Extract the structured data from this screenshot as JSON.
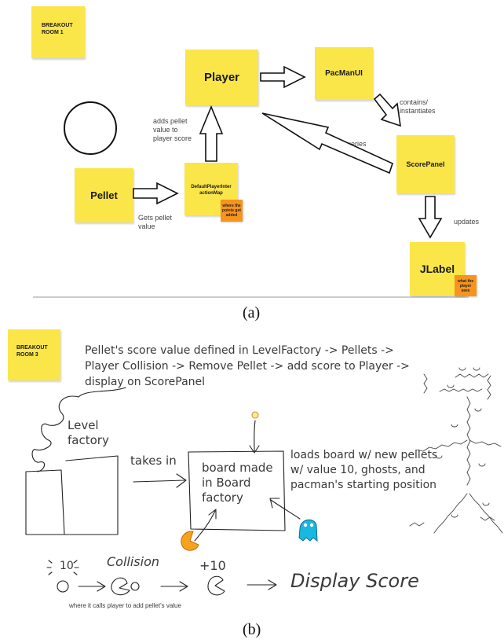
{
  "panel_a": {
    "room_label": "BREAKOUT ROOM 1",
    "notes": {
      "player": "Player",
      "pacmanui": "PacManUI",
      "scorepanel": "ScorePanel",
      "pellet": "Pellet",
      "dpim": "DefaultPlayerInteractionMap",
      "jlabel": "JLabel"
    },
    "orange_notes": {
      "points": "where the points get added",
      "sees": "what the player sees"
    },
    "labels": {
      "adds_pellet": "adds pellet value to player score",
      "contains": "contains/ instantiates",
      "queries": "queries",
      "gets_pellet": "Gets pellet value",
      "updates": "updates"
    },
    "caption": "(a)"
  },
  "panel_b": {
    "room_label": "BREAKOUT ROOM 3",
    "description": "Pellet's score value defined in LevelFactory -> Pellets -> Player Collision -> Remove Pellet -> add score to Player -> display on ScorePanel",
    "level_factory": "Level factory",
    "takes_in": "takes in",
    "board_made": "board made in Board factory",
    "loads_board": "loads board w/ new pellets w/ value 10, ghosts, and pacman's starting position",
    "ten_label": "10",
    "collision": "Collision",
    "plus_ten": "+10",
    "display_score": "Display Score",
    "where_calls": "where it calls player to add pellet's value",
    "caption": "(b)"
  },
  "colors": {
    "sticky_yellow": "#fbe64a",
    "sticky_orange": "#f7941d",
    "ink": "#333333",
    "ghost_cyan": "#19b8e0",
    "pacman_orange": "#f6a21c"
  }
}
